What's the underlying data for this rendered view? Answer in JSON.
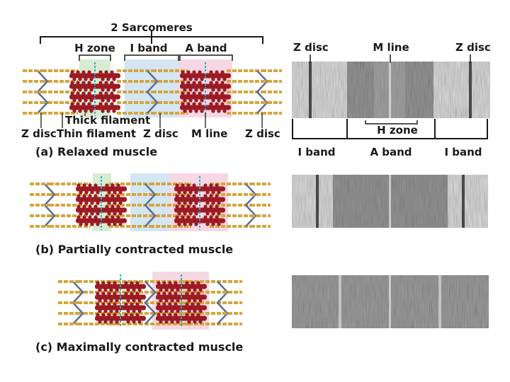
{
  "top": {
    "sarcomeres": "2 Sarcomeres",
    "h_zone": "H zone",
    "i_band": "I band",
    "a_band": "A band"
  },
  "bottom": {
    "thick_filament": "Thick filament",
    "z_disc_left": "Z disc",
    "thin_filament": "Thin filament",
    "z_disc_mid": "Z disc",
    "m_line": "M line",
    "z_disc_right": "Z disc"
  },
  "captions": {
    "a": "(a) Relaxed muscle",
    "b": "(b) Partially contracted muscle",
    "c": "(c) Maximally contracted muscle"
  },
  "micrograph": {
    "z_disc_left": "Z disc",
    "m_line": "M line",
    "z_disc_right": "Z disc",
    "h_zone": "H zone",
    "i_band_left": "I band",
    "a_band": "A band",
    "i_band_right": "I band"
  },
  "colors": {
    "thick": "#9b1b24",
    "thin": "#d6a53a",
    "zdisc": "#5b6f95",
    "mline": "#3aa6b8",
    "h_zone_bg": "#d8ecd4",
    "i_band_bg": "#d4e6f4",
    "a_band_bg": "#f6d8e4"
  }
}
